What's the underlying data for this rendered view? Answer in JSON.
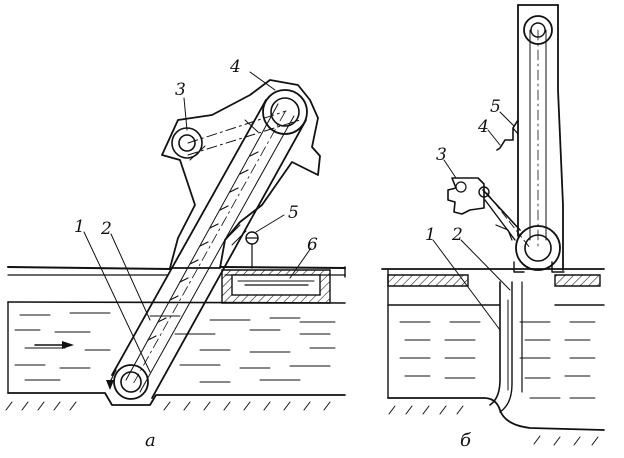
{
  "figure_a": {
    "caption": "а",
    "labels": [
      "1",
      "2",
      "3",
      "4",
      "5",
      "6"
    ]
  },
  "figure_b": {
    "caption": "б",
    "labels": [
      "1",
      "2",
      "3",
      "4",
      "5"
    ]
  },
  "colors": {
    "ink": "#111111",
    "background": "#ffffff"
  }
}
